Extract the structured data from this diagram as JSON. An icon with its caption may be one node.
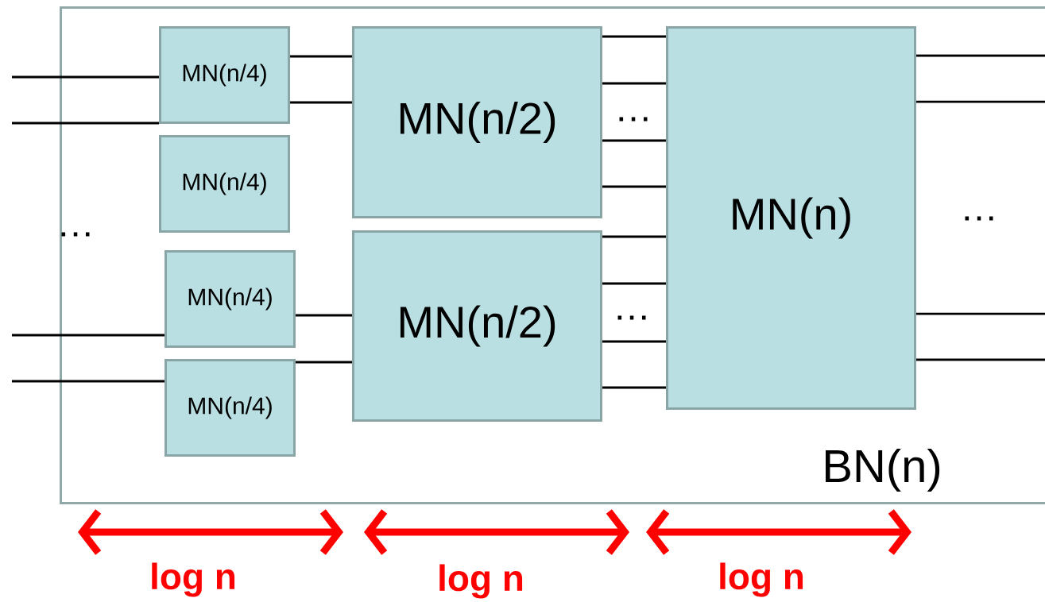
{
  "diagram": {
    "nodes": [
      {
        "text": [
          "BN(n)"
        ]
      },
      {
        "text": [
          "MN(n/4)"
        ],
        "in": 0
      },
      {
        "text": [
          "MN(n/4)"
        ],
        "in": 0
      },
      {
        "text": [
          "MN(n/4)"
        ],
        "in": 0
      },
      {
        "text": [
          "MN(n/4)"
        ],
        "in": 0
      },
      {
        "text": [
          "MN(n/2)"
        ],
        "in": 0
      },
      {
        "text": [
          "MN(n/2)"
        ],
        "in": 0
      },
      {
        "text": [
          "MN(n)"
        ],
        "in": 0
      }
    ],
    "edges": [
      {
        "from": null,
        "to": 1,
        "arrow": "none"
      },
      {
        "from": null,
        "to": 1,
        "arrow": "none"
      },
      {
        "from": null,
        "to": 3,
        "arrow": "none"
      },
      {
        "from": null,
        "to": 4,
        "arrow": "none"
      },
      {
        "from": 1,
        "to": 5,
        "arrow": "none"
      },
      {
        "from": 1,
        "to": 5,
        "arrow": "none"
      },
      {
        "from": 3,
        "to": 6,
        "arrow": "none"
      },
      {
        "from": 4,
        "to": 6,
        "arrow": "none"
      },
      {
        "from": 5,
        "to": 7,
        "arrow": "none"
      },
      {
        "from": 5,
        "to": 7,
        "arrow": "none"
      },
      {
        "from": 5,
        "to": 7,
        "arrow": "none"
      },
      {
        "from": 5,
        "to": 7,
        "arrow": "none"
      },
      {
        "from": 6,
        "to": 7,
        "arrow": "none"
      },
      {
        "from": 6,
        "to": 7,
        "arrow": "none"
      },
      {
        "from": 6,
        "to": 7,
        "arrow": "none"
      },
      {
        "from": 6,
        "to": 7,
        "arrow": "none"
      },
      {
        "from": 7,
        "to": null,
        "arrow": "none"
      },
      {
        "from": 7,
        "to": null,
        "arrow": "none"
      },
      {
        "from": 7,
        "to": null,
        "arrow": "none"
      },
      {
        "from": 7,
        "to": null,
        "arrow": "none"
      }
    ],
    "labels": [
      "…",
      "…",
      "…",
      "…",
      "log n",
      "log n",
      "log n"
    ]
  }
}
